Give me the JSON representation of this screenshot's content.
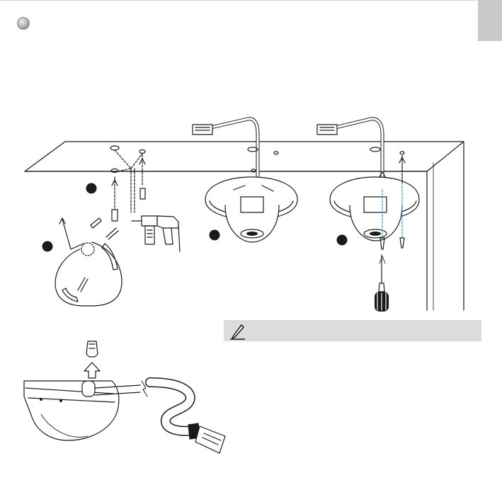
{
  "page": {
    "section_bullet": "section-bullet-icon",
    "side_tab": "chapter-tab"
  },
  "figures": {
    "step_markers": [
      "step-marker-1",
      "step-marker-2",
      "step-marker-3",
      "step-marker-4"
    ],
    "cable_detail": "cable-exit-detail"
  },
  "note": {
    "icon": "pencil-note-icon",
    "text": ""
  },
  "colors": {
    "line": "#1a1a1a",
    "note_bar": "#dcdcdc",
    "side_tab": "#c9c9c9",
    "screw_guide": "#3aa0c8"
  }
}
